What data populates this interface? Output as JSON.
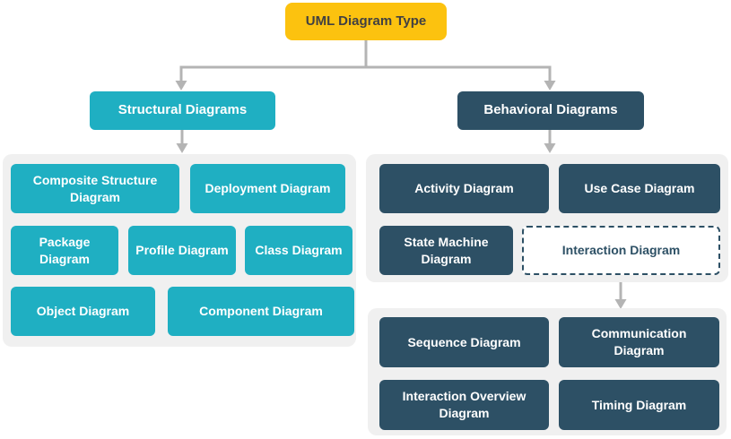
{
  "root": {
    "label": "UML Diagram Type"
  },
  "structural": {
    "label": "Structural Diagrams",
    "items": [
      "Composite Structure Diagram",
      "Deployment Diagram",
      "Package Diagram",
      "Profile Diagram",
      "Class Diagram",
      "Object Diagram",
      "Component Diagram"
    ]
  },
  "behavioral": {
    "label": "Behavioral Diagrams",
    "items": [
      "Activity Diagram",
      "Use Case Diagram",
      "State Machine Diagram",
      "Interaction Diagram"
    ],
    "interaction_children": [
      "Sequence Diagram",
      "Communication Diagram",
      "Interaction Overview Diagram",
      "Timing Diagram"
    ]
  },
  "colors": {
    "yellow": "#FCC20F",
    "teal": "#1FAFC2",
    "navy": "#2D5065",
    "container": "#F0F0F0",
    "connector": "#B4B4B4",
    "title_text": "#414042",
    "node_text": "#FFFFFF"
  }
}
